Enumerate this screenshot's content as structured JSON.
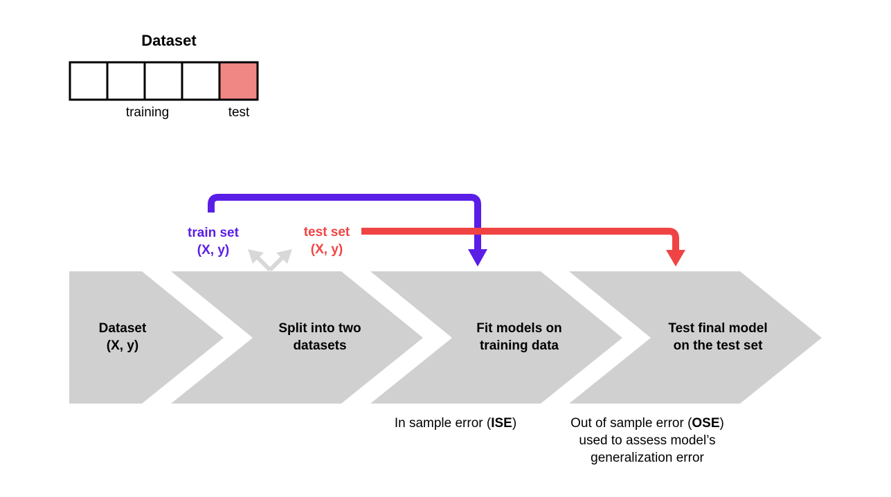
{
  "dataset_split": {
    "title": "Dataset",
    "training_label": "training",
    "test_label": "test",
    "cell_count": 5,
    "test_cell_color": "#f08784"
  },
  "split_outputs": {
    "train": {
      "line1": "train set",
      "line2": "(X, y)",
      "color": "#5a1ee6"
    },
    "test": {
      "line1": "test set",
      "line2": "(X, y)",
      "color": "#f04444"
    }
  },
  "steps": [
    {
      "line1": "Dataset",
      "line2": "(X, y)"
    },
    {
      "line1": "Split into two",
      "line2": "datasets"
    },
    {
      "line1": "Fit models on",
      "line2": "training data"
    },
    {
      "line1": "Test final model",
      "line2": "on the test set"
    }
  ],
  "notes": {
    "ise": {
      "prefix": "In sample error (",
      "abbr": "ISE",
      "suffix": ")"
    },
    "ose": {
      "prefix": "Out of sample error (",
      "abbr": "OSE",
      "suffix": ")",
      "line2": "used to assess model’s",
      "line3": "generalization error"
    }
  },
  "colors": {
    "chevron": "#d0d0d0",
    "split_arrow": "#d8d8d8",
    "train": "#5a1ee6",
    "test": "#f04444"
  }
}
